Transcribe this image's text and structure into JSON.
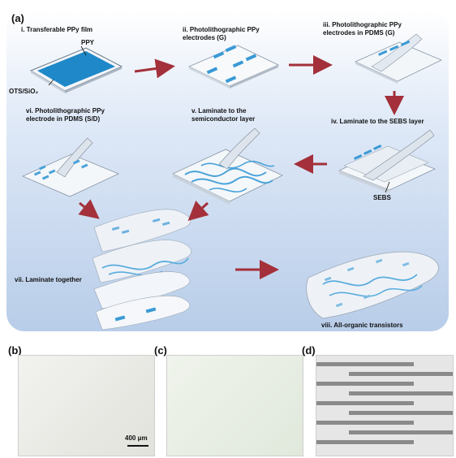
{
  "panels": {
    "a": "(a)",
    "b": "(b)",
    "c": "(c)",
    "d": "(d)"
  },
  "steps": {
    "s1": "i. Transferable PPy film",
    "s2": "ii. Photolithographic PPy\nelectrodes (G)",
    "s3": "iii. Photolithographic PPy\nelectrodes in PDMS (G)",
    "s4": "iv. Laminate to the SEBS layer",
    "s5": "v. Laminate to the\nsemiconductor layer",
    "s6": "vi. Photolithographic PPy\nelectrode in PDMS (S/D)",
    "s7": "vii. Laminate together",
    "s8": "viii. All-organic transistors"
  },
  "labels": {
    "ppy": "PPY",
    "ots": "OTS/SiO₂",
    "sebs": "SEBS"
  },
  "scale_bar": "400 μm",
  "colors": {
    "ppy_blue": "#1f88c8",
    "arrow": "#a3303a",
    "electrode": "#3a9ad6",
    "gray_bar": "#8a8a8a"
  }
}
